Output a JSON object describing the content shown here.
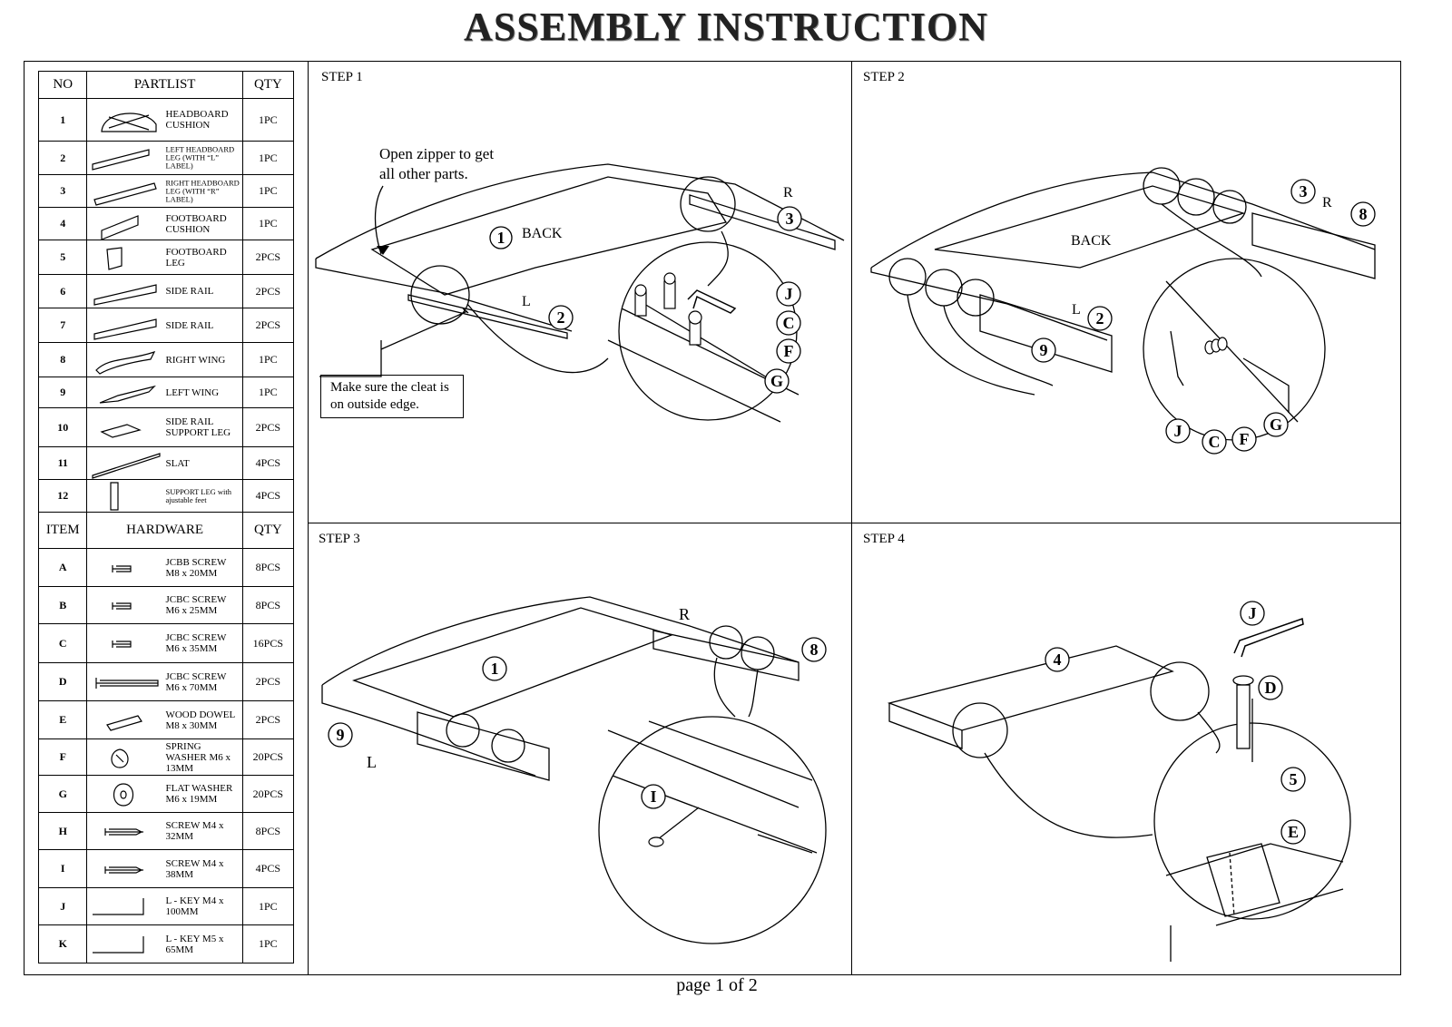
{
  "title": "ASSEMBLY INSTRUCTION",
  "parts_header": {
    "no": "NO",
    "name": "PARTLIST",
    "qty": "QTY"
  },
  "parts": [
    {
      "no": "1",
      "name": "HEADBOARD CUSHION",
      "qty": "1PC",
      "icon": "headboard-cushion-icon"
    },
    {
      "no": "2",
      "name": "LEFT HEADBOARD LEG (WITH “L” LABEL)",
      "qty": "1PC",
      "icon": "left-headboard-leg-icon"
    },
    {
      "no": "3",
      "name": "RIGHT HEADBOARD LEG (WITH “R” LABEL)",
      "qty": "1PC",
      "icon": "right-headboard-leg-icon"
    },
    {
      "no": "4",
      "name": "FOOTBOARD CUSHION",
      "qty": "1PC",
      "icon": "footboard-cushion-icon"
    },
    {
      "no": "5",
      "name": "FOOTBOARD LEG",
      "qty": "2PCS",
      "icon": "footboard-leg-icon"
    },
    {
      "no": "6",
      "name": "SIDE RAIL",
      "qty": "2PCS",
      "icon": "side-rail-icon"
    },
    {
      "no": "7",
      "name": "SIDE RAIL",
      "qty": "2PCS",
      "icon": "side-rail-icon"
    },
    {
      "no": "8",
      "name": "RIGHT WING",
      "qty": "1PC",
      "icon": "right-wing-icon"
    },
    {
      "no": "9",
      "name": "LEFT WING",
      "qty": "1PC",
      "icon": "left-wing-icon"
    },
    {
      "no": "10",
      "name": "SIDE RAIL SUPPORT LEG",
      "qty": "2PCS",
      "icon": "support-leg-icon"
    },
    {
      "no": "11",
      "name": "SLAT",
      "qty": "4PCS",
      "icon": "slat-icon"
    },
    {
      "no": "12",
      "name": "SUPPORT LEG with ajustable feet",
      "qty": "4PCS",
      "icon": "adjustable-leg-icon"
    }
  ],
  "hardware_header": {
    "item": "ITEM",
    "name": "HARDWARE",
    "qty": "QTY"
  },
  "hardware": [
    {
      "item": "A",
      "name": "JCBB SCREW M8 x 20MM",
      "qty": "8PCS",
      "icon": "bolt-icon"
    },
    {
      "item": "B",
      "name": "JCBC SCREW M6 x 25MM",
      "qty": "8PCS",
      "icon": "bolt-icon"
    },
    {
      "item": "C",
      "name": "JCBC SCREW M6 x 35MM",
      "qty": "16PCS",
      "icon": "bolt-icon"
    },
    {
      "item": "D",
      "name": "JCBC SCREW M6 x 70MM",
      "qty": "2PCS",
      "icon": "long-bolt-icon"
    },
    {
      "item": "E",
      "name": "WOOD DOWEL M8 x 30MM",
      "qty": "2PCS",
      "icon": "dowel-icon"
    },
    {
      "item": "F",
      "name": "SPRING WASHER M6 x 13MM",
      "qty": "20PCS",
      "icon": "spring-washer-icon"
    },
    {
      "item": "G",
      "name": "FLAT WASHER M6 x 19MM",
      "qty": "20PCS",
      "icon": "flat-washer-icon"
    },
    {
      "item": "H",
      "name": "SCREW M4 x 32MM",
      "qty": "8PCS",
      "icon": "wood-screw-icon"
    },
    {
      "item": "I",
      "name": "SCREW M4 x 38MM",
      "qty": "4PCS",
      "icon": "wood-screw-icon"
    },
    {
      "item": "J",
      "name": "L - KEY M4 x 100MM",
      "qty": "1PC",
      "icon": "l-key-icon"
    },
    {
      "item": "K",
      "name": "L - KEY M5 x 65MM",
      "qty": "1PC",
      "icon": "l-key-icon"
    }
  ],
  "steps": {
    "s1": {
      "label": "STEP 1",
      "note": "Open zipper to get all other parts.",
      "note_line1": "Open zipper to get",
      "note_line2": "all other parts.",
      "box_line1": "Make sure the cleat is",
      "box_line2": "on outside edge.",
      "back": "BACK",
      "side_r": "R",
      "side_l": "L"
    },
    "s2": {
      "label": "STEP 2",
      "back": "BACK",
      "side_r": "R",
      "side_l": "L"
    },
    "s3": {
      "label": "STEP 3",
      "side_r": "R",
      "side_l": "L"
    },
    "s4": {
      "label": "STEP 4"
    }
  },
  "callouts": {
    "c1": "1",
    "c2": "2",
    "c3": "3",
    "c4": "4",
    "c5": "5",
    "c8": "8",
    "c9": "9",
    "C": "C",
    "D": "D",
    "E": "E",
    "F": "F",
    "G": "G",
    "I": "I",
    "J": "J"
  },
  "footer": "page 1 of 2"
}
